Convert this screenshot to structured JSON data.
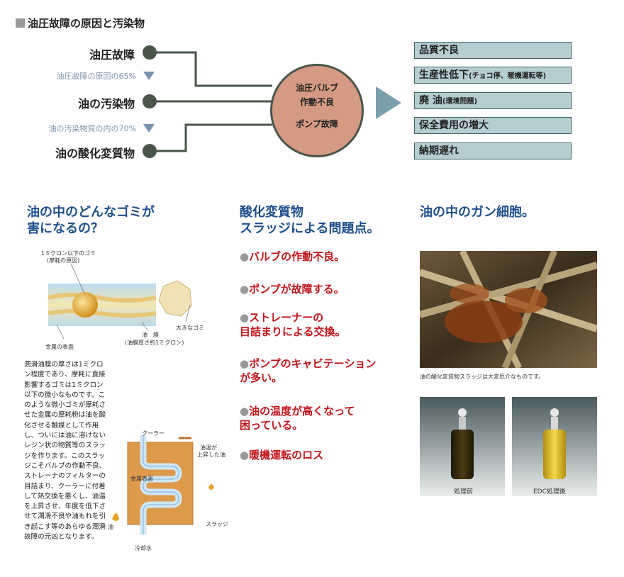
{
  "header": {
    "title": "油圧故障の原因と汚染物"
  },
  "causes": [
    {
      "label": "油圧故障"
    },
    {
      "label": "油の汚染物"
    },
    {
      "label": "油の酸化変質物"
    }
  ],
  "notes": [
    "油圧故障の原因の65%",
    "油の汚染物質の内の70%"
  ],
  "center": {
    "line1": "油圧バルブ",
    "line2": "作動不良",
    "line3": "ポンプ故障"
  },
  "results": [
    {
      "main": "品質不良",
      "small": ""
    },
    {
      "main": "生産性低下",
      "small": "(チョコ停、暖機運転等)"
    },
    {
      "main": "廃 油",
      "small": "(環境問題)"
    },
    {
      "main": "保全費用の増大",
      "small": ""
    },
    {
      "main": "納期遅れ",
      "small": ""
    }
  ],
  "col1": {
    "heading": "油の中のどんなゴミが\n害になるの？",
    "fig_labels": {
      "small_dirt": "1ミクロン以下のゴミ",
      "small_dirt2": "(摩耗の原因)",
      "big_dirt": "大きなゴミ",
      "metal_surface": "金属の表面",
      "oil_film": "油　膜",
      "oil_film2": "(油膜厚さ約1ミクロン)"
    },
    "paragraph": "潤滑油膜の厚さは1ミクロン程度であり、摩耗に直接影響するゴミは1ミクロン以下の微小なものです。このような微小ゴミが摩耗させた金属の摩耗粉は油を酸化させる触媒として作用し、ついには油に溶けないレジン状の物質等のスラッジを作ります。このスラッジこそバルブの作動不良、ストレーナのフィルターの目詰まり、クーラーに付着して熱交換を悪くし、油温を上昇させ、年度を低下させて潤滑不良や油もれを引き起こす等のあらゆる潤滑故障の元凶となります。",
    "cooler_labels": {
      "cooler": "クーラー",
      "oil_rise": "油温が",
      "oil_rise2": "上昇した油",
      "metal": "金属表面",
      "oil": "油",
      "sludge": "スラッジ",
      "water": "冷却水"
    }
  },
  "col2": {
    "heading": "酸化変質物\nスラッジによる問題点。",
    "bullets": [
      "バルブの作動不良。",
      "ポンプが故障する。",
      "ストレーナーの\n目詰まりによる交換。",
      "ポンプのキャビテーション\nが多い。",
      "油の温度が高くなって\n困っている。",
      "暖機運転のロス"
    ]
  },
  "col3": {
    "heading": "油の中のガン細胞。",
    "photo_caption": "油の酸化変質物スラッジは大変厄介なものです。",
    "before_label": "処理前",
    "after_label": "EDC処理後"
  },
  "colors": {
    "accent_blue": "#1f4f8c",
    "red": "#c0141b",
    "result_fill": "#b6cdd2",
    "circle_fill": "#d49a83"
  }
}
